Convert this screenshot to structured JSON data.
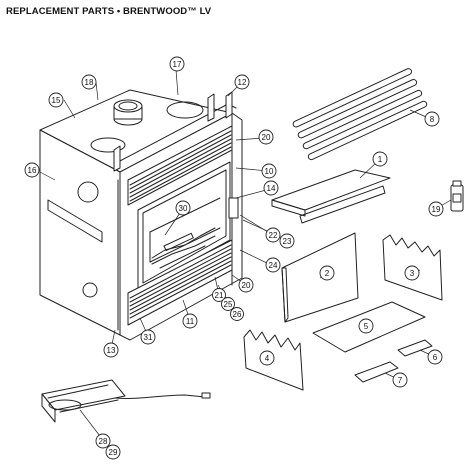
{
  "title": "REPLACEMENT PARTS • BRENTWOOD™ LV",
  "callouts": [
    {
      "id": "c1",
      "label": "1"
    },
    {
      "id": "c2",
      "label": "2"
    },
    {
      "id": "c3",
      "label": "3"
    },
    {
      "id": "c4",
      "label": "4"
    },
    {
      "id": "c5",
      "label": "5"
    },
    {
      "id": "c6",
      "label": "6"
    },
    {
      "id": "c7",
      "label": "7"
    },
    {
      "id": "c8",
      "label": "8"
    },
    {
      "id": "c10",
      "label": "10"
    },
    {
      "id": "c11",
      "label": "11"
    },
    {
      "id": "c12",
      "label": "12"
    },
    {
      "id": "c13",
      "label": "13"
    },
    {
      "id": "c14",
      "label": "14"
    },
    {
      "id": "c15",
      "label": "15"
    },
    {
      "id": "c16",
      "label": "16"
    },
    {
      "id": "c17",
      "label": "17"
    },
    {
      "id": "c18",
      "label": "18"
    },
    {
      "id": "c19",
      "label": "19"
    },
    {
      "id": "c20a",
      "label": "20"
    },
    {
      "id": "c20b",
      "label": "20"
    },
    {
      "id": "c21",
      "label": "21"
    },
    {
      "id": "c22",
      "label": "22"
    },
    {
      "id": "c23",
      "label": "23"
    },
    {
      "id": "c24",
      "label": "24"
    },
    {
      "id": "c25",
      "label": "25"
    },
    {
      "id": "c26",
      "label": "26"
    },
    {
      "id": "c28",
      "label": "28"
    },
    {
      "id": "c29",
      "label": "29"
    },
    {
      "id": "c30",
      "label": "30"
    },
    {
      "id": "c31",
      "label": "31"
    }
  ]
}
